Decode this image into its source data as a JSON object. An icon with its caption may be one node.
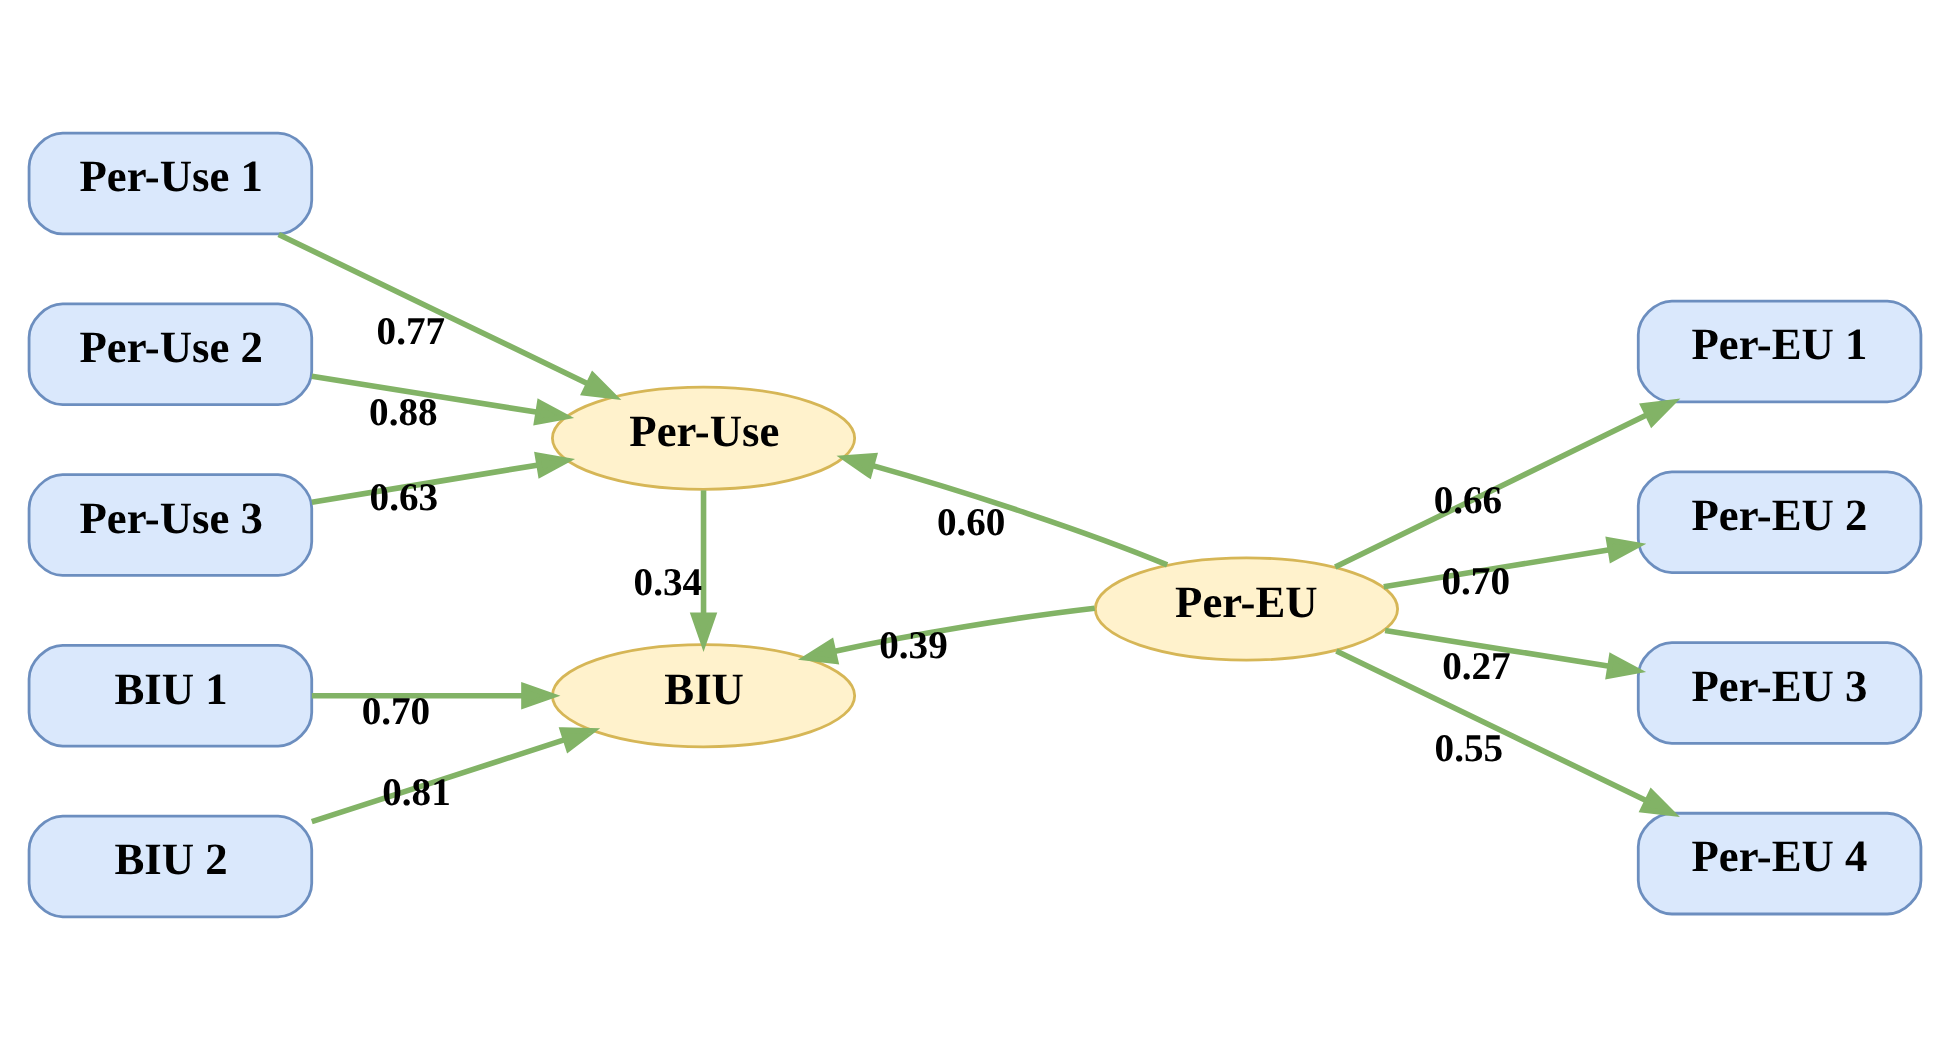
{
  "diagram": {
    "nodes": [
      {
        "text": [
          "Per-Use 1"
        ]
      },
      {
        "text": [
          "Per-Use 2"
        ]
      },
      {
        "text": [
          "Per-Use 3"
        ]
      },
      {
        "text": [
          "Per-Use"
        ]
      },
      {
        "text": [
          "BIU 1"
        ]
      },
      {
        "text": [
          "BIU 2"
        ]
      },
      {
        "text": [
          "BIU"
        ]
      },
      {
        "text": [
          "Per-EU"
        ]
      },
      {
        "text": [
          "Per-EU 1"
        ]
      },
      {
        "text": [
          "Per-EU 2"
        ]
      },
      {
        "text": [
          "Per-EU 3"
        ]
      },
      {
        "text": [
          "Per-EU 4"
        ]
      }
    ],
    "edges": [
      {
        "from": 0,
        "to": 3,
        "arrow": "to",
        "label": "0.77"
      },
      {
        "from": 1,
        "to": 3,
        "arrow": "to",
        "label": "0.88"
      },
      {
        "from": 2,
        "to": 3,
        "arrow": "to",
        "label": "0.63"
      },
      {
        "from": 3,
        "to": 6,
        "arrow": "to",
        "label": "0.34"
      },
      {
        "from": 4,
        "to": 6,
        "arrow": "to",
        "label": "0.70"
      },
      {
        "from": 5,
        "to": 6,
        "arrow": "to",
        "label": "0.81"
      },
      {
        "from": 7,
        "to": 3,
        "arrow": "to",
        "label": "0.60"
      },
      {
        "from": 7,
        "to": 6,
        "arrow": "to",
        "label": "0.39"
      },
      {
        "from": 7,
        "to": 8,
        "arrow": "to",
        "label": "0.66"
      },
      {
        "from": 7,
        "to": 9,
        "arrow": "to",
        "label": "0.70"
      },
      {
        "from": 7,
        "to": 10,
        "arrow": "to",
        "label": "0.27"
      },
      {
        "from": 7,
        "to": 11,
        "arrow": "to",
        "label": "0.55"
      }
    ]
  }
}
